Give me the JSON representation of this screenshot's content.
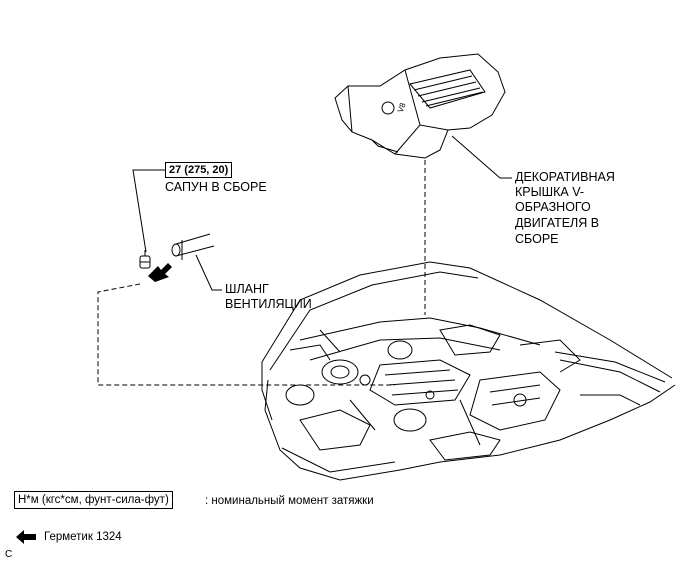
{
  "labels": {
    "torque_value": "27 (275, 20)",
    "breather": "САПУН В СБОРЕ",
    "cover_lines": [
      "ДЕКОРАТИВНАЯ",
      "КРЫШКА V-",
      "ОБРАЗНОГО",
      "ДВИГАТЕЛЯ В",
      "СБОРЕ"
    ],
    "hose_lines": [
      "ШЛАНГ",
      "ВЕНТИЛЯЦИИ"
    ]
  },
  "legend": {
    "torque_box": "Н*м (кгс*см, фунт-сила-фут)",
    "torque_desc": ": номинальный момент затяжки",
    "sealant": "Герметик 1324"
  },
  "figure_code": "C"
}
